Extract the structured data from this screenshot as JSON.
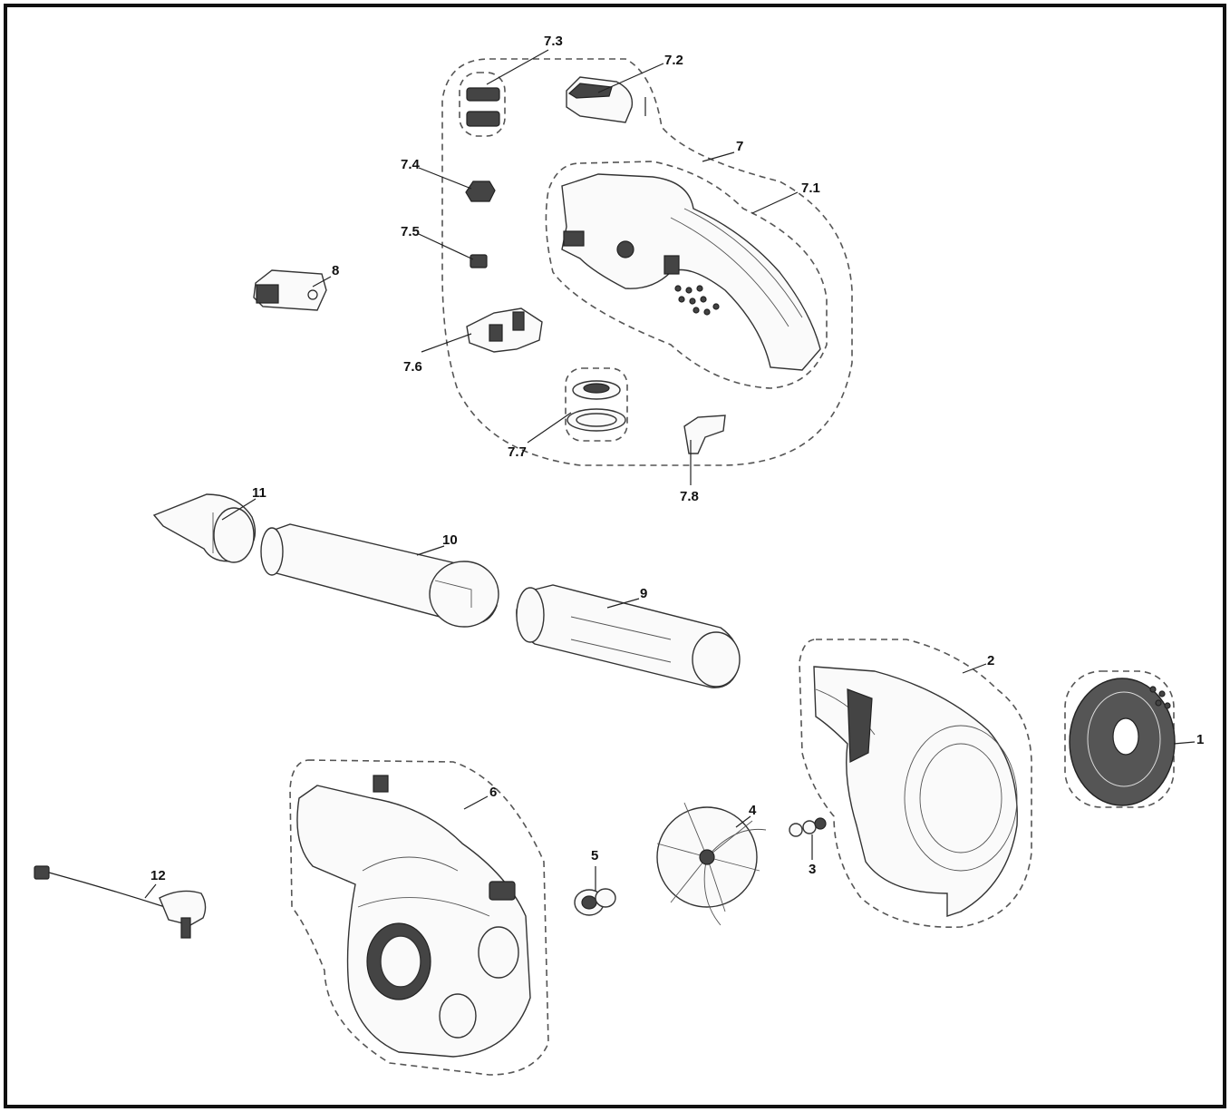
{
  "diagram": {
    "labels": {
      "p1": "1",
      "p2": "2",
      "p3": "3",
      "p4": "4",
      "p5": "5",
      "p6": "6",
      "p7": "7",
      "p7_1": "7.1",
      "p7_2": "7.2",
      "p7_3": "7.3",
      "p7_4": "7.4",
      "p7_5": "7.5",
      "p7_6": "7.6",
      "p7_7": "7.7",
      "p7_8": "7.8",
      "p8": "8",
      "p9": "9",
      "p10": "10",
      "p11": "11",
      "p12": "12"
    }
  }
}
